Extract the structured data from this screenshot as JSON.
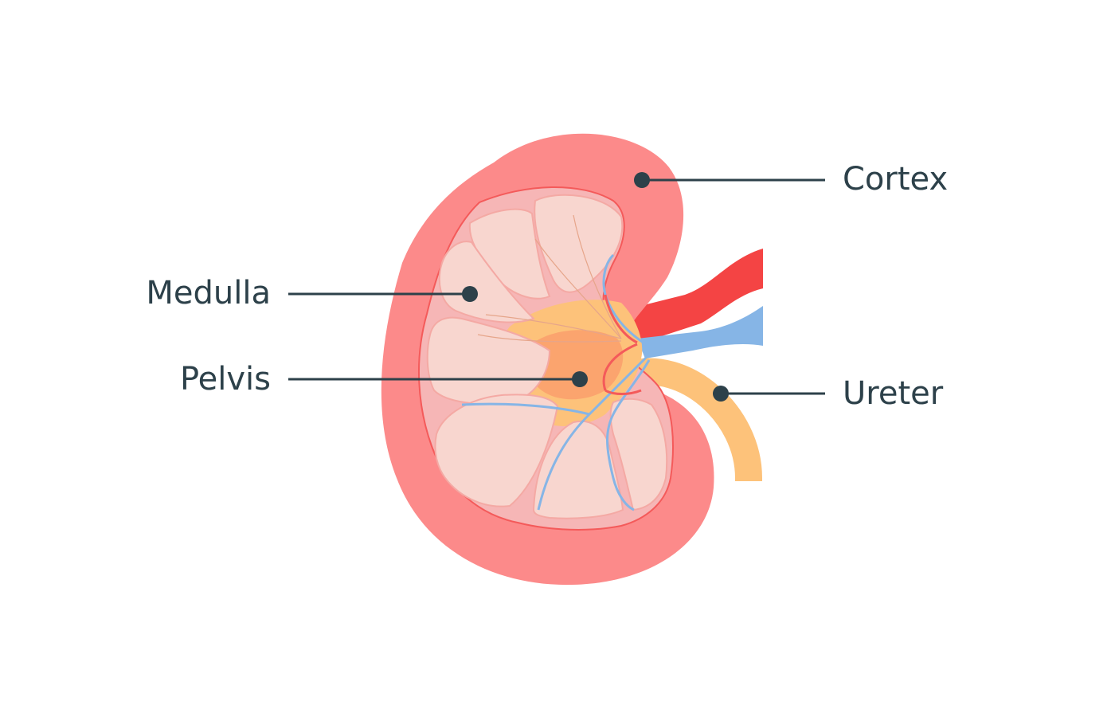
{
  "diagram": {
    "labels": {
      "cortex": "Cortex",
      "medulla": "Medulla",
      "pelvis": "Pelvis",
      "ureter": "Ureter"
    },
    "colors": {
      "cortex": "#fc8a8a",
      "medulla_lobe": "#f8d6cf",
      "pelvis": "#fdc27a",
      "pelvis_core": "#fba46e",
      "artery": "#f44444",
      "vein": "#86b5e6",
      "ureter": "#fdc27a",
      "outline_red": "#f45a5a",
      "label_text": "#2d414a",
      "leader_line": "#2d414a",
      "background": "#ffffff"
    }
  }
}
